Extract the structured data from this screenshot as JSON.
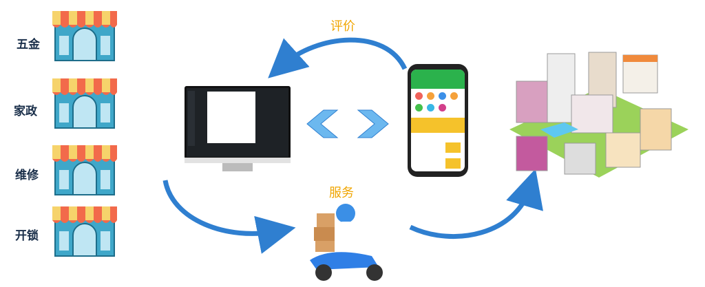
{
  "shops": [
    {
      "label": "五金"
    },
    {
      "label": "家政"
    },
    {
      "label": "维修"
    },
    {
      "label": "开锁"
    }
  ],
  "captions": {
    "review": "评价",
    "service": "服务"
  },
  "colors": {
    "arrow": "#2f7fd0",
    "caption": "#f0a500",
    "brand_green": "#2bb24c"
  }
}
